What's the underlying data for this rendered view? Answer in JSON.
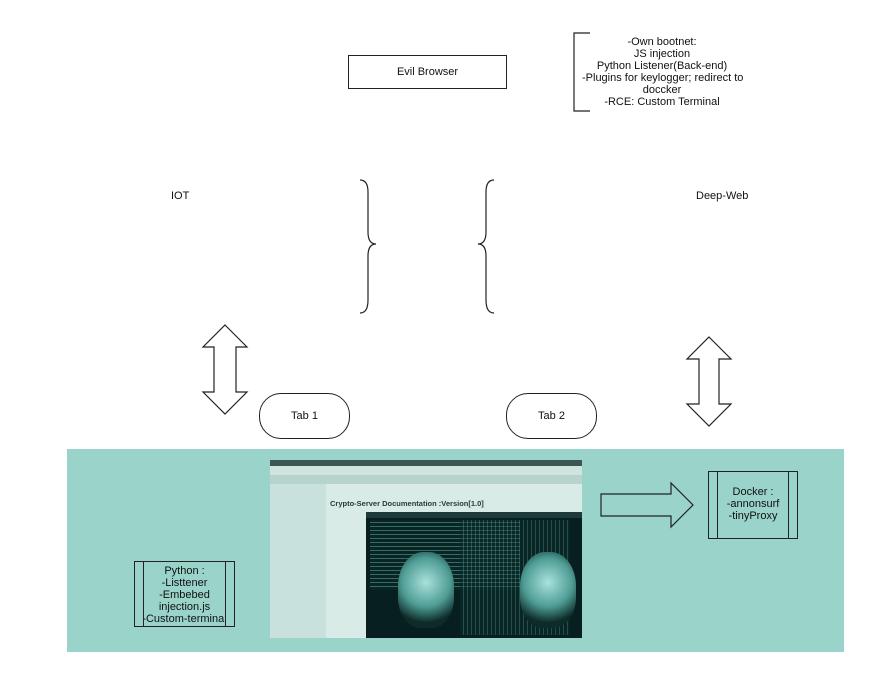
{
  "top": {
    "evil_browser": "Evil Browser",
    "notes": [
      "-Own bootnet:",
      "JS injection",
      "Python Listener(Back-end)",
      "-Plugins  for keylogger; redirect to",
      "doccker",
      "-RCE:  Custom Terminal"
    ]
  },
  "middle": {
    "iot": "IOT",
    "deep_web": "Deep-Web"
  },
  "tabs": {
    "tab1": "Tab 1",
    "tab2": "Tab 2"
  },
  "bottom": {
    "python_lines": [
      "Python :",
      "-Listtener",
      "-Embebed",
      "injection.js",
      "-Custom-terminal"
    ],
    "docker_lines": [
      "Docker :",
      "-annonsurf",
      "-tinyProxy"
    ],
    "screenshot_title": "Crypto-Server Documentation :Version[1.0]"
  },
  "colors": {
    "panel": "#9ad3ca",
    "line": "#222222"
  }
}
